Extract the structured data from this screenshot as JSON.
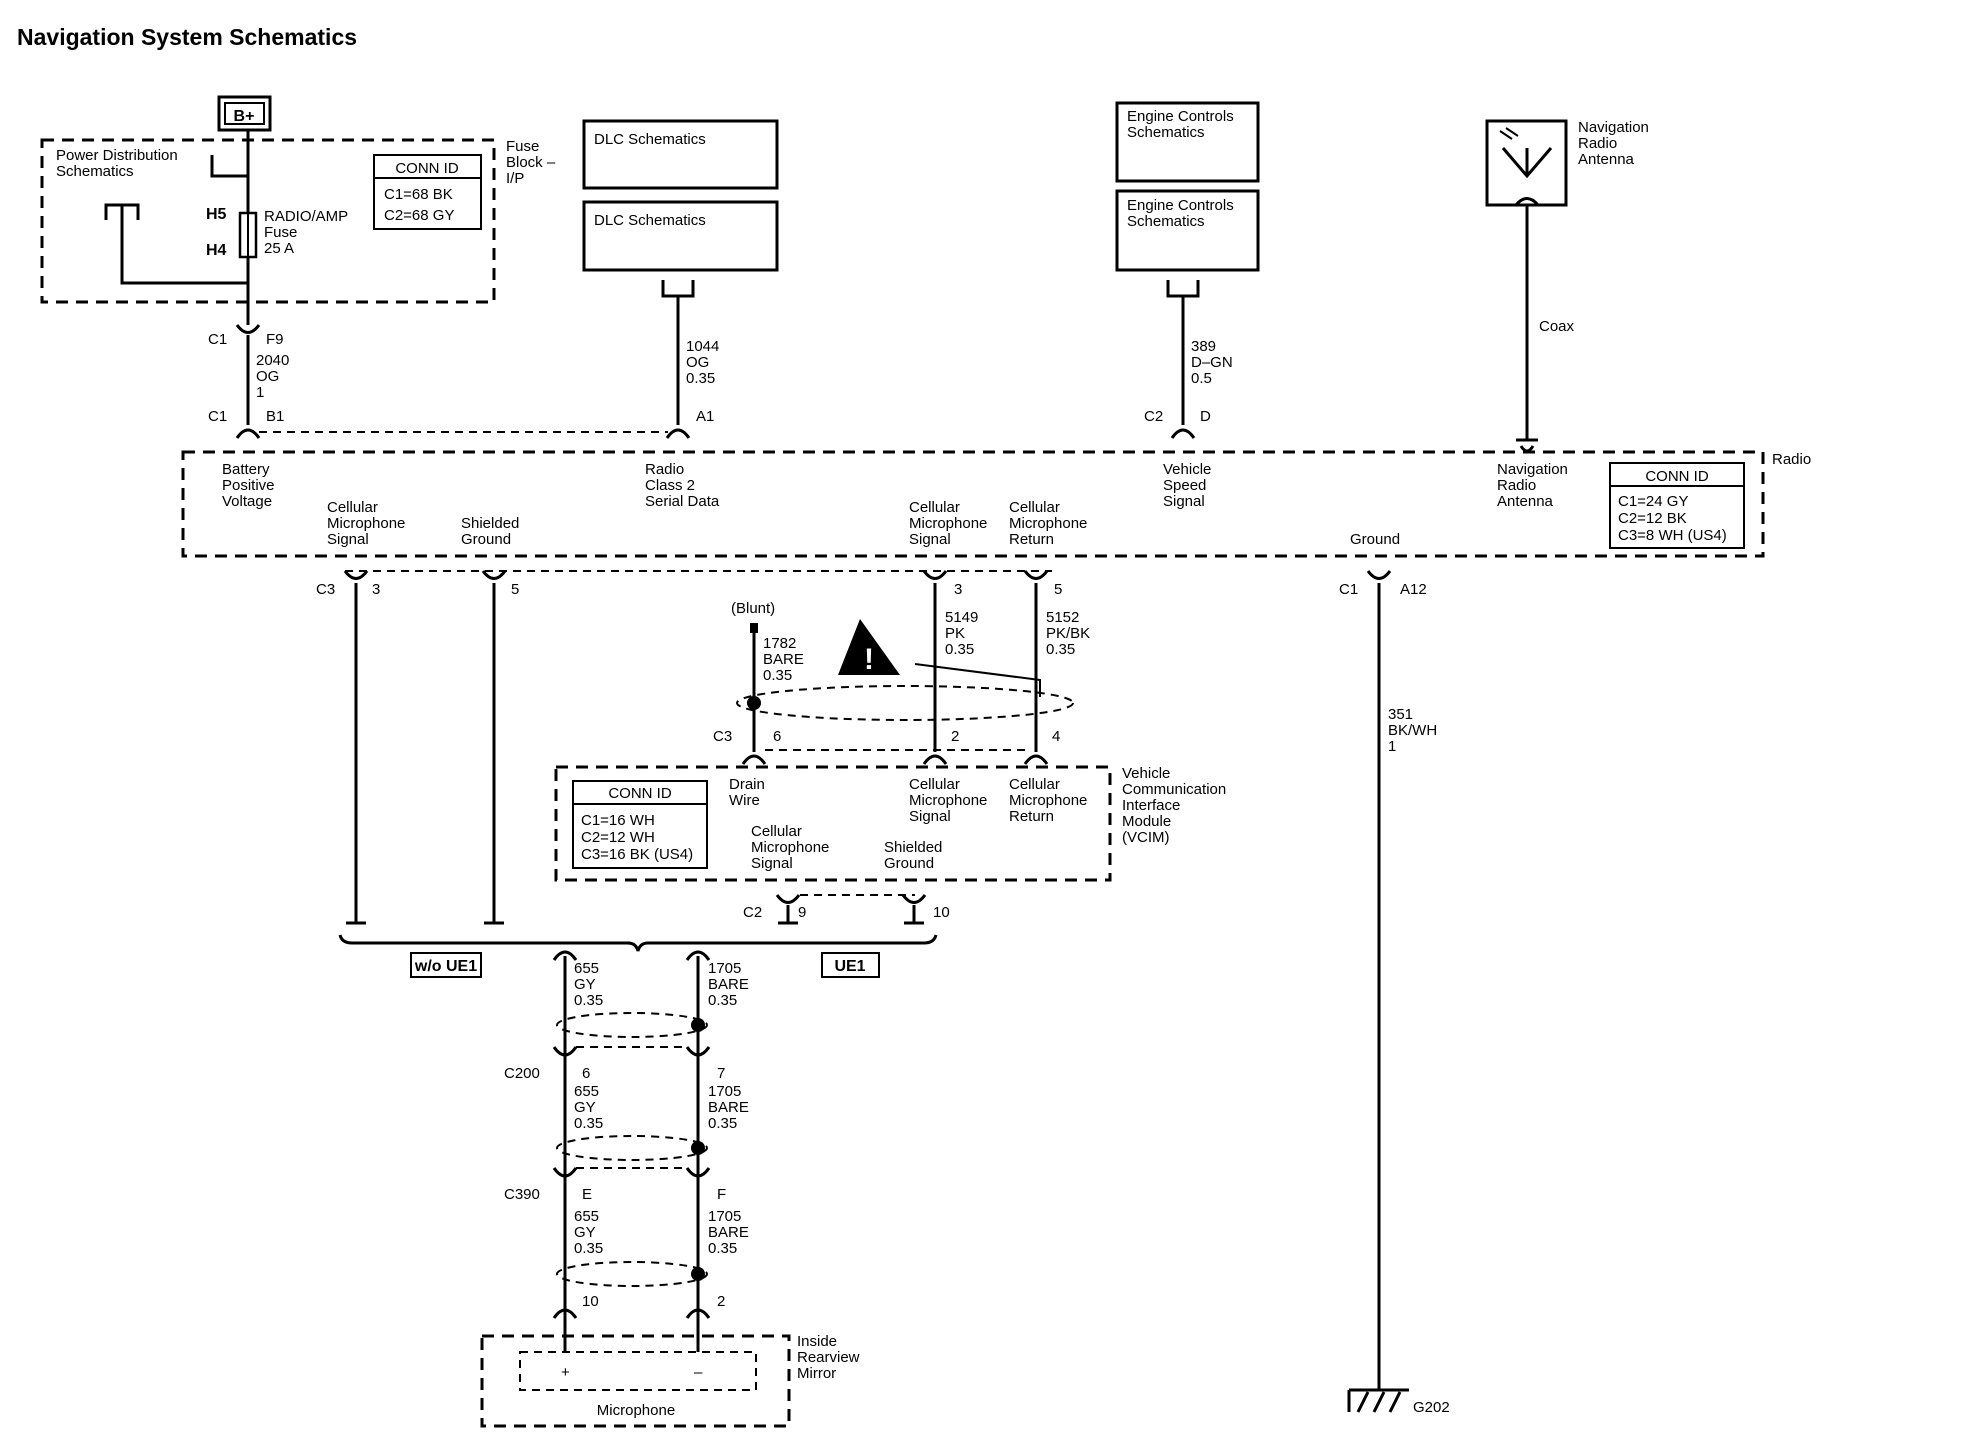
{
  "title": "Navigation System Schematics",
  "b_plus": "B+",
  "power_dist": {
    "line1": "Power Distribution",
    "line2": "Schematics"
  },
  "fuse_block": {
    "line1": "Fuse",
    "line2": "Block –",
    "line3": "I/P"
  },
  "fuse": {
    "h5": "H5",
    "h4": "H4",
    "name": "RADIO/AMP",
    "type": "Fuse",
    "rating": "25 A"
  },
  "conn_fuse": {
    "title": "CONN ID",
    "c1": "C1=68 BK",
    "c2": "C2=68 GY"
  },
  "dlc1": "DLC Schematics",
  "dlc2": "DLC Schematics",
  "ecs1": {
    "line1": "Engine Controls",
    "line2": "Schematics"
  },
  "ecs2": {
    "line1": "Engine Controls",
    "line2": "Schematics"
  },
  "antenna": {
    "line1": "Navigation",
    "line2": "Radio",
    "line3": "Antenna",
    "coax": "Coax"
  },
  "wire_2040": {
    "conn_top": "C1",
    "pin_top": "F9",
    "circuit": "2040",
    "color": "OG",
    "gauge": "1",
    "conn_bot": "C1",
    "pin_bot": "B1"
  },
  "wire_1044": {
    "circuit": "1044",
    "color": "OG",
    "gauge": "0.35",
    "pin": "A1"
  },
  "wire_389": {
    "circuit": "389",
    "color": "D–GN",
    "gauge": "0.5",
    "conn": "C2",
    "pin": "D"
  },
  "radio": {
    "name": "Radio",
    "battery": {
      "l1": "Battery",
      "l2": "Positive",
      "l3": "Voltage"
    },
    "class2": {
      "l1": "Radio",
      "l2": "Class 2",
      "l3": "Serial Data"
    },
    "vss": {
      "l1": "Vehicle",
      "l2": "Speed",
      "l3": "Signal"
    },
    "nav": {
      "l1": "Navigation",
      "l2": "Radio",
      "l3": "Antenna"
    },
    "cell_sig": {
      "l1": "Cellular",
      "l2": "Microphone",
      "l3": "Signal"
    },
    "shield": {
      "l1": "Shielded",
      "l2": "Ground"
    },
    "cell_sig2": {
      "l1": "Cellular",
      "l2": "Microphone",
      "l3": "Signal"
    },
    "cell_ret": {
      "l1": "Cellular",
      "l2": "Microphone",
      "l3": "Return"
    },
    "ground": "Ground"
  },
  "conn_radio": {
    "title": "CONN ID",
    "c1": "C1=24 GY",
    "c2": "C2=12 BK",
    "c3": "C3=8 WH (US4)"
  },
  "radio_c3": {
    "conn": "C3",
    "pin3": "3",
    "pin5": "5"
  },
  "radio_c3b": {
    "pin3": "3",
    "pin5": "5"
  },
  "radio_c1": {
    "conn": "C1",
    "pin": "A12"
  },
  "wire_1782": {
    "blunt": "(Blunt)",
    "circuit": "1782",
    "color": "BARE",
    "gauge": "0.35"
  },
  "wire_5149": {
    "circuit": "5149",
    "color": "PK",
    "gauge": "0.35"
  },
  "wire_5152": {
    "circuit": "5152",
    "color": "PK/BK",
    "gauge": "0.35"
  },
  "wire_351": {
    "circuit": "351",
    "color": "BK/WH",
    "gauge": "1"
  },
  "vcim_c3": {
    "conn": "C3",
    "pin6": "6",
    "pin2": "2",
    "pin4": "4"
  },
  "vcim": {
    "l1": "Vehicle",
    "l2": "Communication",
    "l3": "Interface",
    "l4": "Module",
    "l5": "(VCIM)",
    "drain": {
      "l1": "Drain",
      "l2": "Wire"
    },
    "cell_sig": {
      "l1": "Cellular",
      "l2": "Microphone",
      "l3": "Signal"
    },
    "cell_ret": {
      "l1": "Cellular",
      "l2": "Microphone",
      "l3": "Return"
    },
    "cell_sig_low": {
      "l1": "Cellular",
      "l2": "Microphone",
      "l3": "Signal"
    },
    "shield": {
      "l1": "Shielded",
      "l2": "Ground"
    }
  },
  "conn_vcim": {
    "title": "CONN ID",
    "c1": "C1=16 WH",
    "c2": "C2=12 WH",
    "c3": "C3=16 BK (US4)"
  },
  "vcim_c2": {
    "conn": "C2",
    "pin9": "9",
    "pin10": "10"
  },
  "option_wo": "w/o UE1",
  "option_ue1": "UE1",
  "seg1": {
    "c655": "655",
    "col655": "GY",
    "g655": "0.35",
    "c1705": "1705",
    "col1705": "BARE",
    "g1705": "0.35"
  },
  "c200": {
    "conn": "C200",
    "pin_a": "6",
    "pin_b": "7"
  },
  "seg2": {
    "c655": "655",
    "col655": "GY",
    "g655": "0.35",
    "c1705": "1705",
    "col1705": "BARE",
    "g1705": "0.35"
  },
  "c390": {
    "conn": "C390",
    "pin_a": "E",
    "pin_b": "F"
  },
  "seg3": {
    "c655": "655",
    "col655": "GY",
    "g655": "0.35",
    "c1705": "1705",
    "col1705": "BARE",
    "g1705": "0.35"
  },
  "mic_pins": {
    "pin_a": "10",
    "pin_b": "2"
  },
  "mirror": {
    "l1": "Inside",
    "l2": "Rearview",
    "l3": "Mirror",
    "plus": "+",
    "minus": "–",
    "name": "Microphone"
  },
  "ground_g202": "G202"
}
